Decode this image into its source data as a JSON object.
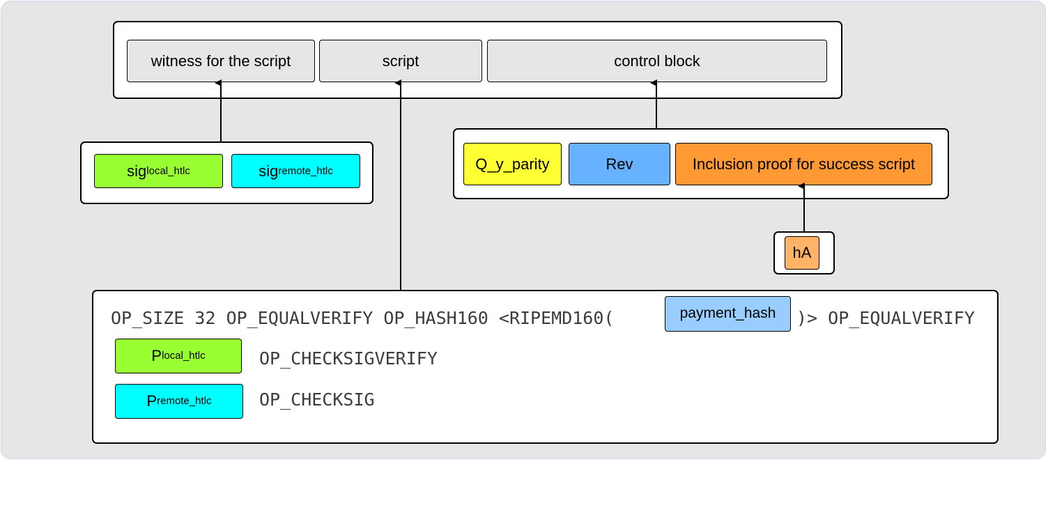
{
  "top": {
    "witness_label": "witness for the script",
    "script_label": "script",
    "control_block_label": "control block"
  },
  "witness": {
    "sig_local": {
      "base": "sig",
      "sub": "local_htlc"
    },
    "sig_remote": {
      "base": "sig",
      "sub": "remote_htlc"
    }
  },
  "control_block": {
    "q_parity": "Q_y_parity",
    "rev": "Rev",
    "inclusion": "Inclusion proof for success script"
  },
  "ha_label": "hA",
  "script": {
    "line1_prefix": "OP_SIZE 32 OP_EQUALVERIFY OP_HASH160 <RIPEMD160(",
    "payment_hash": "payment_hash",
    "line1_suffix": ")> OP_EQUALVERIFY",
    "p_local": {
      "base": "P",
      "sub": "local_htlc"
    },
    "line2_op": "OP_CHECKSIGVERIFY",
    "p_remote": {
      "base": "P",
      "sub": "remote_htlc"
    },
    "line3_op": "OP_CHECKSIG"
  },
  "colors": {
    "green": "#99ff33",
    "cyan": "#00ffff",
    "yellow": "#ffff33",
    "blue": "#66b2ff",
    "orange": "#ff9933",
    "light_orange": "#ffb366",
    "light_blue": "#99ccff"
  }
}
